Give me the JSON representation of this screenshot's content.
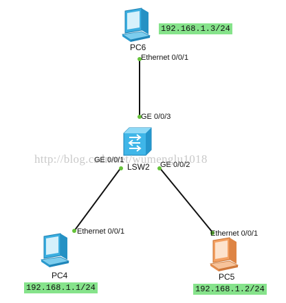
{
  "watermark": "http://blog.csdn.net/wumenglu1018",
  "colors": {
    "link": "#111111",
    "port_dot": "#66c23a",
    "ip_bg": "#86e38b",
    "pc_blue": "#3aaee0",
    "pc_orange": "#f3a062",
    "switch_blue": "#3fb6e8"
  },
  "devices": {
    "pc6": {
      "name": "PC6",
      "ip": "192.168.1.3/24",
      "icon": "pc-icon"
    },
    "lsw2": {
      "name": "LSW2",
      "icon": "switch-icon"
    },
    "pc4": {
      "name": "PC4",
      "ip": "192.168.1.1/24",
      "icon": "pc-icon"
    },
    "pc5": {
      "name": "PC5",
      "ip": "192.168.1.2/24",
      "icon": "pc-icon"
    }
  },
  "links": [
    {
      "a": "PC6",
      "a_port": "Ethernet 0/0/1",
      "b": "LSW2",
      "b_port": "GE 0/0/3"
    },
    {
      "a": "LSW2",
      "a_port": "GE 0/0/1",
      "b": "PC4",
      "b_port": "Ethernet 0/0/1"
    },
    {
      "a": "LSW2",
      "a_port": "GE 0/0/2",
      "b": "PC5",
      "b_port": "Ethernet 0/0/1"
    }
  ]
}
